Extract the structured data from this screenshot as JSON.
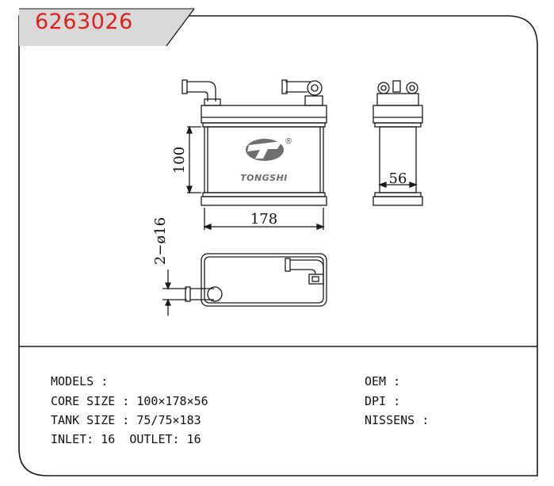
{
  "part_code": "6263026",
  "brand": {
    "logo_text": "TONGSHI",
    "registered_mark": "®"
  },
  "dimensions": {
    "height": "100",
    "width": "178",
    "depth": "56",
    "pipes": "2−ø16"
  },
  "specs_left": [
    "MODELS :",
    "CORE SIZE : 100×178×56",
    "TANK SIZE : 75/75×183",
    "INLET: 16  OUTLET: 16"
  ],
  "specs_right": [
    "OEM :",
    "DPI :",
    "NISSENS :"
  ],
  "colors": {
    "code_red": "#e0201c",
    "banner_gray": "#d9d9d9",
    "line": "#1a1a1a",
    "logo_gray": "#6e6e6e"
  }
}
